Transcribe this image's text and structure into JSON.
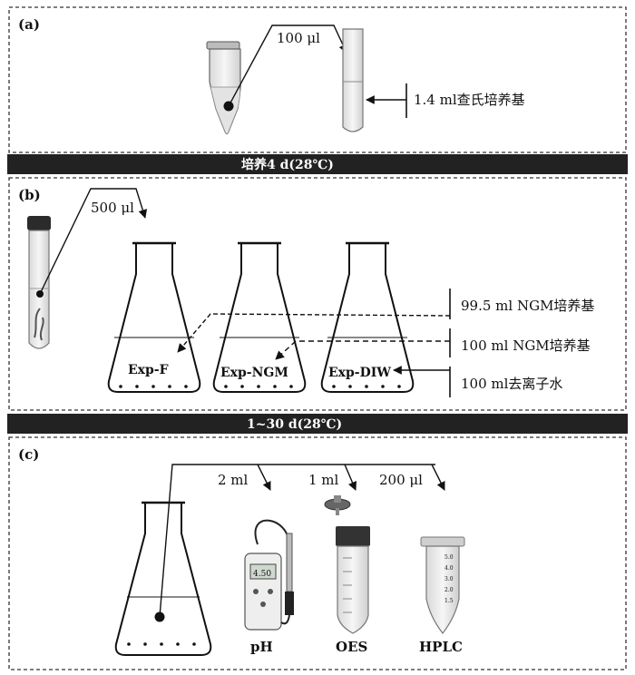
{
  "panel_a": {
    "label": "(a)",
    "volume_label": "100 μl",
    "medium_label": "1.4 ml查氏培养基"
  },
  "bar_1": {
    "text": "培养4 d(28℃)"
  },
  "panel_b": {
    "label": "(b)",
    "volume_label": "500 μl",
    "flasks": [
      "Exp-F",
      "Exp-NGM",
      "Exp-DIW"
    ],
    "callouts": [
      "99.5 ml NGM培养基",
      "100 ml NGM培养基",
      "100 ml去离子水"
    ]
  },
  "bar_2": {
    "text": "1~30 d(28℃)"
  },
  "panel_c": {
    "label": "(c)",
    "volumes": [
      "2 ml",
      "1 ml",
      "200 μl"
    ],
    "instruments": [
      "pH",
      "OES",
      "HPLC"
    ],
    "meter_display": "4.50",
    "tube_scale": [
      "5.0",
      "4.0",
      "3.0",
      "2.0",
      "1.5"
    ]
  },
  "colors": {
    "bar": "#222222",
    "line": "#111111",
    "frame": "#333333"
  }
}
